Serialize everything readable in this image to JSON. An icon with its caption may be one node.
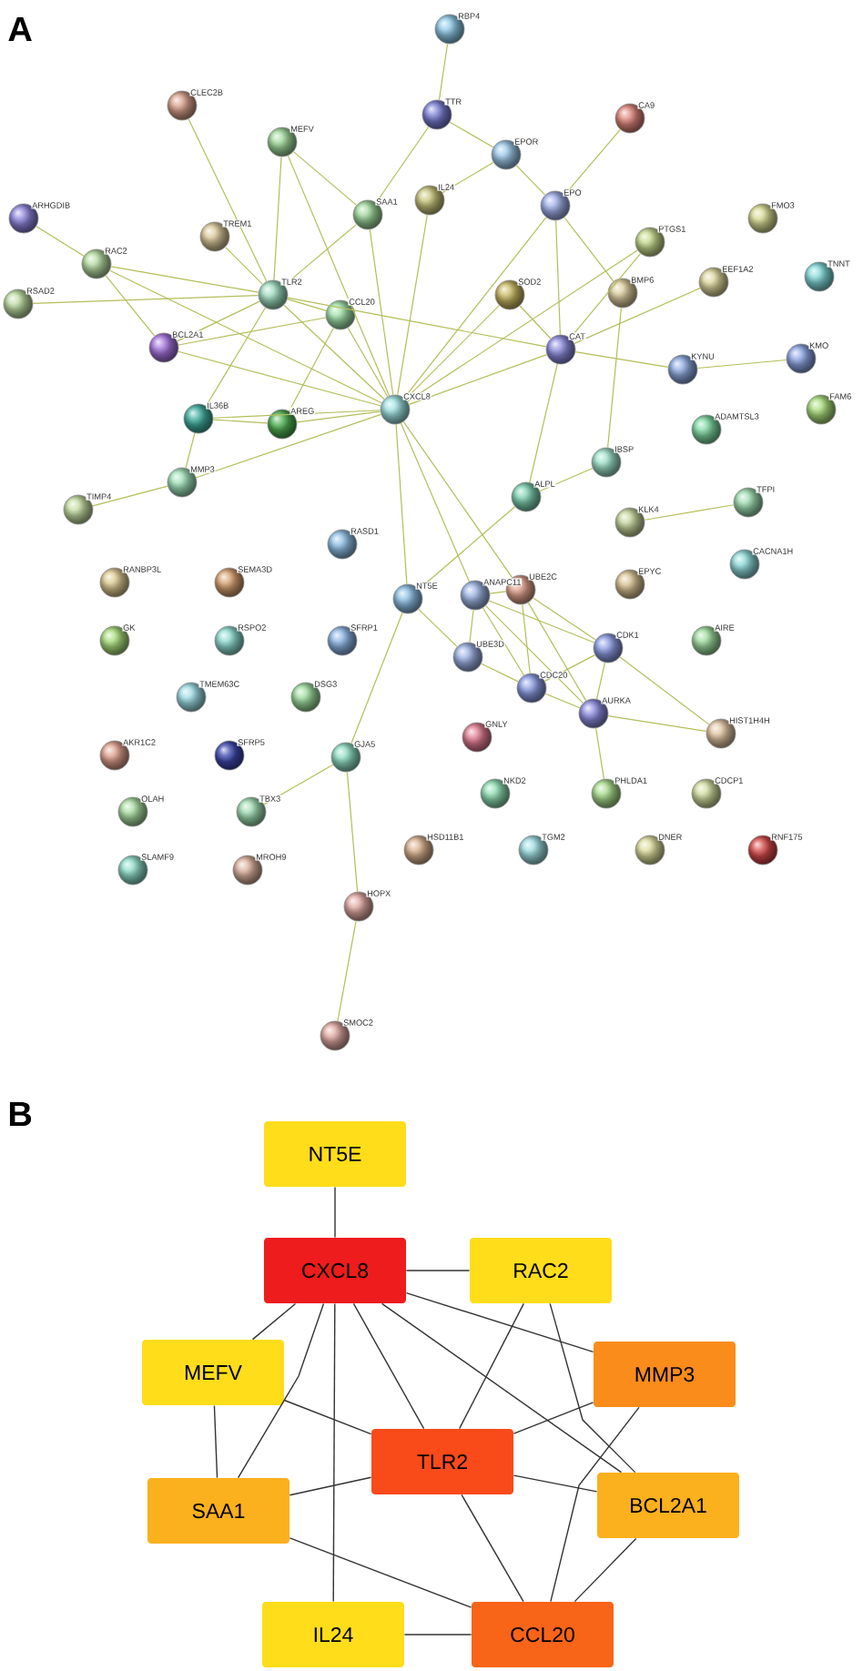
{
  "diagram": {
    "nodes": [
      {
        "text": [
          "RBP4"
        ]
      },
      {
        "text": [
          "CLEC2B"
        ]
      },
      {
        "text": [
          "TTR"
        ]
      },
      {
        "text": [
          "CA9"
        ]
      },
      {
        "text": [
          "MEFV"
        ]
      },
      {
        "text": [
          "EPOR"
        ]
      },
      {
        "text": [
          "IL24"
        ]
      },
      {
        "text": [
          "EPO"
        ]
      },
      {
        "text": [
          "SAA1"
        ]
      },
      {
        "text": [
          "ARHGDIB"
        ]
      },
      {
        "text": [
          "FMO3"
        ]
      },
      {
        "text": [
          "TREM1"
        ]
      },
      {
        "text": [
          "PTGS1"
        ]
      },
      {
        "text": [
          "RAC2"
        ]
      },
      {
        "text": [
          "TNNT"
        ]
      },
      {
        "text": [
          "EEF1A2"
        ]
      },
      {
        "text": [
          "BMP6"
        ]
      },
      {
        "text": [
          "SOD2"
        ]
      },
      {
        "text": [
          "TLR2"
        ]
      },
      {
        "text": [
          "RSAD2"
        ]
      },
      {
        "text": [
          "CCL20"
        ]
      },
      {
        "text": [
          "BCL2A1"
        ]
      },
      {
        "text": [
          "CAT"
        ]
      },
      {
        "text": [
          "KMO"
        ]
      },
      {
        "text": [
          "KYNU"
        ]
      },
      {
        "text": [
          "CXCL8"
        ]
      },
      {
        "text": [
          "FAM6"
        ]
      },
      {
        "text": [
          "IL36B"
        ]
      },
      {
        "text": [
          "AREG"
        ]
      },
      {
        "text": [
          "ADAMTSL3"
        ]
      },
      {
        "text": [
          "IBSP"
        ]
      },
      {
        "text": [
          "MMP3"
        ]
      },
      {
        "text": [
          "ALPL"
        ]
      },
      {
        "text": [
          "TFPI"
        ]
      },
      {
        "text": [
          "TIMP4"
        ]
      },
      {
        "text": [
          "KLK4"
        ]
      },
      {
        "text": [
          "RASD1"
        ]
      },
      {
        "text": [
          "CACNA1H"
        ]
      },
      {
        "text": [
          "RANBP3L"
        ]
      },
      {
        "text": [
          "SEMA3D"
        ]
      },
      {
        "text": [
          "EPYC"
        ]
      },
      {
        "text": [
          "UBE2C"
        ]
      },
      {
        "text": [
          "ANAPC11"
        ]
      },
      {
        "text": [
          "NT5E"
        ]
      },
      {
        "text": [
          "GK"
        ]
      },
      {
        "text": [
          "RSPO2"
        ]
      },
      {
        "text": [
          "SFRP1"
        ]
      },
      {
        "text": [
          "AIRE"
        ]
      },
      {
        "text": [
          "CDK1"
        ]
      },
      {
        "text": [
          "UBE3D"
        ]
      },
      {
        "text": [
          "CDC20"
        ]
      },
      {
        "text": [
          "TMEM63C"
        ]
      },
      {
        "text": [
          "DSG3"
        ]
      },
      {
        "text": [
          "AURKA"
        ]
      },
      {
        "text": [
          "HIST1H4H"
        ]
      },
      {
        "text": [
          "GNLY"
        ]
      },
      {
        "text": [
          "AKR1C2"
        ]
      },
      {
        "text": [
          "SFRP5"
        ]
      },
      {
        "text": [
          "GJA5"
        ]
      },
      {
        "text": [
          "OLAH"
        ]
      },
      {
        "text": [
          "TBX3"
        ]
      },
      {
        "text": [
          "NKD2"
        ]
      },
      {
        "text": [
          "PHLDA1"
        ]
      },
      {
        "text": [
          "CDCP1"
        ]
      },
      {
        "text": [
          "HSD11B1"
        ]
      },
      {
        "text": [
          "TGM2"
        ]
      },
      {
        "text": [
          "DNER"
        ]
      },
      {
        "text": [
          "RNF175"
        ]
      },
      {
        "text": [
          "SLAMF9"
        ]
      },
      {
        "text": [
          "MROH9"
        ]
      },
      {
        "text": [
          "HOPX"
        ]
      },
      {
        "text": [
          "SMOC2"
        ]
      },
      {
        "text": [
          "NT5E"
        ]
      },
      {
        "text": [
          "CXCL8"
        ]
      },
      {
        "text": [
          "RAC2"
        ]
      },
      {
        "text": [
          "MEFV"
        ]
      },
      {
        "text": [
          "MMP3"
        ]
      },
      {
        "text": [
          "TLR2"
        ]
      },
      {
        "text": [
          "SAA1"
        ]
      },
      {
        "text": [
          "BCL2A1"
        ]
      },
      {
        "text": [
          "IL24"
        ]
      },
      {
        "text": [
          "CCL20"
        ]
      }
    ],
    "edges": [
      {
        "from": 0,
        "to": 2,
        "arrow": "none"
      },
      {
        "from": 2,
        "to": 5,
        "arrow": "none"
      },
      {
        "from": 2,
        "to": 8,
        "arrow": "none"
      },
      {
        "from": 5,
        "to": 7,
        "arrow": "none"
      },
      {
        "from": 5,
        "to": 6,
        "arrow": "none"
      },
      {
        "from": 3,
        "to": 7,
        "arrow": "none"
      },
      {
        "from": 7,
        "to": 25,
        "arrow": "none"
      },
      {
        "from": 7,
        "to": 22,
        "arrow": "none"
      },
      {
        "from": 7,
        "to": 16,
        "arrow": "none"
      },
      {
        "from": 17,
        "to": 22,
        "arrow": "none"
      },
      {
        "from": 17,
        "to": 25,
        "arrow": "none"
      },
      {
        "from": 12,
        "to": 22,
        "arrow": "none"
      },
      {
        "from": 12,
        "to": 25,
        "arrow": "none"
      },
      {
        "from": 15,
        "to": 22,
        "arrow": "none"
      },
      {
        "from": 16,
        "to": 30,
        "arrow": "none"
      },
      {
        "from": 22,
        "to": 24,
        "arrow": "none"
      },
      {
        "from": 24,
        "to": 23,
        "arrow": "none"
      },
      {
        "from": 22,
        "to": 32,
        "arrow": "none"
      },
      {
        "from": 22,
        "to": 25,
        "arrow": "none"
      },
      {
        "from": 18,
        "to": 22,
        "arrow": "none"
      },
      {
        "from": 30,
        "to": 32,
        "arrow": "none"
      },
      {
        "from": 6,
        "to": 25,
        "arrow": "none"
      },
      {
        "from": 8,
        "to": 25,
        "arrow": "none"
      },
      {
        "from": 8,
        "to": 18,
        "arrow": "none"
      },
      {
        "from": 8,
        "to": 4,
        "arrow": "none"
      },
      {
        "from": 4,
        "to": 18,
        "arrow": "none"
      },
      {
        "from": 4,
        "to": 25,
        "arrow": "none"
      },
      {
        "from": 1,
        "to": 18,
        "arrow": "none"
      },
      {
        "from": 11,
        "to": 18,
        "arrow": "none"
      },
      {
        "from": 9,
        "to": 13,
        "arrow": "none"
      },
      {
        "from": 13,
        "to": 18,
        "arrow": "none"
      },
      {
        "from": 13,
        "to": 21,
        "arrow": "none"
      },
      {
        "from": 13,
        "to": 25,
        "arrow": "none"
      },
      {
        "from": 19,
        "to": 18,
        "arrow": "none"
      },
      {
        "from": 18,
        "to": 20,
        "arrow": "none"
      },
      {
        "from": 18,
        "to": 21,
        "arrow": "none"
      },
      {
        "from": 18,
        "to": 25,
        "arrow": "none"
      },
      {
        "from": 18,
        "to": 27,
        "arrow": "none"
      },
      {
        "from": 20,
        "to": 21,
        "arrow": "none"
      },
      {
        "from": 20,
        "to": 25,
        "arrow": "none"
      },
      {
        "from": 20,
        "to": 28,
        "arrow": "none"
      },
      {
        "from": 21,
        "to": 25,
        "arrow": "none"
      },
      {
        "from": 27,
        "to": 28,
        "arrow": "none"
      },
      {
        "from": 27,
        "to": 25,
        "arrow": "none"
      },
      {
        "from": 27,
        "to": 31,
        "arrow": "none"
      },
      {
        "from": 28,
        "to": 25,
        "arrow": "none"
      },
      {
        "from": 31,
        "to": 25,
        "arrow": "none"
      },
      {
        "from": 31,
        "to": 34,
        "arrow": "none"
      },
      {
        "from": 25,
        "to": 43,
        "arrow": "none"
      },
      {
        "from": 25,
        "to": 42,
        "arrow": "none"
      },
      {
        "from": 25,
        "to": 41,
        "arrow": "none"
      },
      {
        "from": 32,
        "to": 43,
        "arrow": "none"
      },
      {
        "from": 43,
        "to": 58,
        "arrow": "none"
      },
      {
        "from": 43,
        "to": 49,
        "arrow": "none"
      },
      {
        "from": 58,
        "to": 60,
        "arrow": "none"
      },
      {
        "from": 58,
        "to": 70,
        "arrow": "none"
      },
      {
        "from": 70,
        "to": 71,
        "arrow": "none"
      },
      {
        "from": 35,
        "to": 33,
        "arrow": "none"
      },
      {
        "from": 42,
        "to": 41,
        "arrow": "none"
      },
      {
        "from": 42,
        "to": 48,
        "arrow": "none"
      },
      {
        "from": 42,
        "to": 49,
        "arrow": "none"
      },
      {
        "from": 42,
        "to": 50,
        "arrow": "none"
      },
      {
        "from": 42,
        "to": 53,
        "arrow": "none"
      },
      {
        "from": 41,
        "to": 48,
        "arrow": "none"
      },
      {
        "from": 41,
        "to": 50,
        "arrow": "none"
      },
      {
        "from": 41,
        "to": 53,
        "arrow": "none"
      },
      {
        "from": 49,
        "to": 50,
        "arrow": "none"
      },
      {
        "from": 50,
        "to": 48,
        "arrow": "none"
      },
      {
        "from": 50,
        "to": 53,
        "arrow": "none"
      },
      {
        "from": 48,
        "to": 53,
        "arrow": "none"
      },
      {
        "from": 48,
        "to": 54,
        "arrow": "none"
      },
      {
        "from": 53,
        "to": 54,
        "arrow": "none"
      },
      {
        "from": 53,
        "to": 62,
        "arrow": "none"
      },
      {
        "from": 72,
        "to": 73,
        "arrow": "none",
        "color": "#333333"
      },
      {
        "from": 73,
        "to": 74,
        "arrow": "none",
        "color": "#333333"
      },
      {
        "from": 73,
        "to": 75,
        "arrow": "none",
        "color": "#333333"
      },
      {
        "from": 73,
        "to": 78,
        "arrow": "none",
        "color": "#333333"
      },
      {
        "from": 73,
        "to": 80,
        "arrow": "none",
        "color": "#333333"
      },
      {
        "from": 73,
        "to": 77,
        "arrow": "none",
        "color": "#333333"
      },
      {
        "from": 73,
        "to": 79,
        "arrow": "none",
        "color": "#333333"
      },
      {
        "from": 73,
        "to": 76,
        "arrow": "none",
        "color": "#333333"
      },
      {
        "from": 74,
        "to": 77,
        "arrow": "none",
        "color": "#333333"
      },
      {
        "from": 74,
        "to": 79,
        "arrow": "none",
        "color": "#333333"
      },
      {
        "from": 75,
        "to": 77,
        "arrow": "none",
        "color": "#333333"
      },
      {
        "from": 75,
        "to": 78,
        "arrow": "none",
        "color": "#333333"
      },
      {
        "from": 78,
        "to": 77,
        "arrow": "none",
        "color": "#333333"
      },
      {
        "from": 78,
        "to": 81,
        "arrow": "none",
        "color": "#333333"
      },
      {
        "from": 77,
        "to": 76,
        "arrow": "none",
        "color": "#333333"
      },
      {
        "from": 77,
        "to": 79,
        "arrow": "none",
        "color": "#333333"
      },
      {
        "from": 77,
        "to": 81,
        "arrow": "none",
        "color": "#333333"
      },
      {
        "from": 76,
        "to": 81,
        "arrow": "none",
        "color": "#333333"
      },
      {
        "from": 79,
        "to": 81,
        "arrow": "none",
        "color": "#333333"
      },
      {
        "from": 80,
        "to": 81,
        "arrow": "none",
        "color": "#333333"
      }
    ],
    "labels": [
      "A",
      "B"
    ]
  }
}
